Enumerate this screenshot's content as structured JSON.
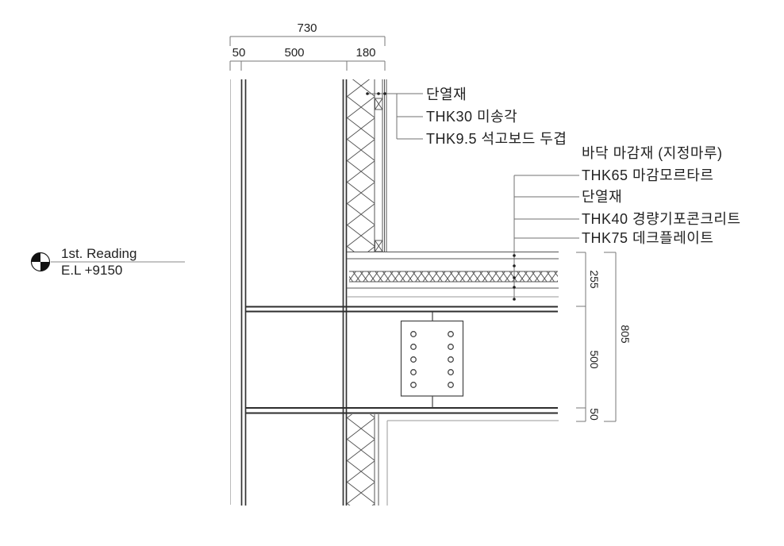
{
  "drawing": {
    "title_block": {
      "level_title": "1st. Reading",
      "level_elevation": "E.L +9150"
    },
    "top_dimensions": {
      "total": "730",
      "seg1": "50",
      "seg2": "500",
      "seg3": "180"
    },
    "right_dimensions": {
      "total": "805",
      "seg1": "255",
      "seg2": "500",
      "seg3": "50"
    },
    "wall_callouts": {
      "insulation": "단열재",
      "wood_strip": "THK30 미송각",
      "gypsum_board": "THK9.5 석고보드 두겹"
    },
    "floor_callouts": {
      "finish": "바닥 마감재 (지정마루)",
      "mortar": "THK65 마감모르타르",
      "insulation": "단열재",
      "lightweight_concrete": "THK40 경량기포콘크리트",
      "deck_plate": "THK75 데크플레이트"
    },
    "colors": {
      "line_dark": "#2d2d2d",
      "line_medium": "#555555",
      "line_leader": "#707070",
      "line_light": "#9a9a9a",
      "text": "#222222",
      "background": "#ffffff"
    }
  }
}
